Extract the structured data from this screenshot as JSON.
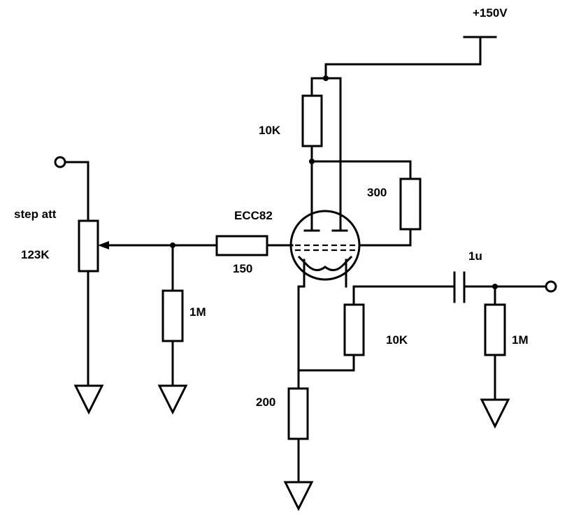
{
  "labels": {
    "supply": "+150V",
    "r_plate": "10K",
    "r_300": "300",
    "step_att": "step att",
    "pot_value": "123K",
    "tube": "ECC82",
    "r_grid": "150",
    "r_1m_left": "1M",
    "cap": "1u",
    "r_10k_bottom": "10K",
    "r_1m_right": "1M",
    "r_200": "200"
  }
}
